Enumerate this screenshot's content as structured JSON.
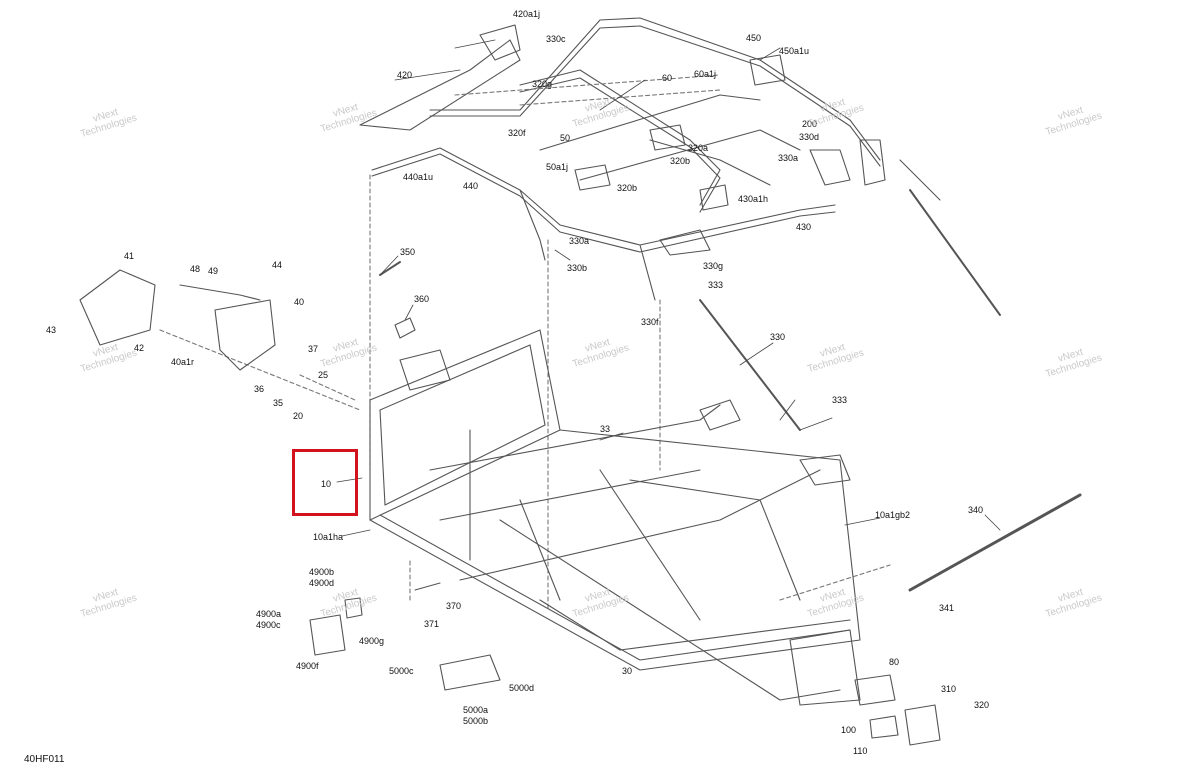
{
  "diagram_code": "40HF011",
  "watermark": {
    "line1": "vNext",
    "line2": "Technologies"
  },
  "highlight": {
    "color": "#d2121d",
    "part": "10"
  },
  "callouts": [
    "420a1j",
    "330c",
    "450",
    "450a1u",
    "420",
    "60",
    "60a1j",
    "320g",
    "200",
    "330d",
    "320f",
    "50",
    "320a",
    "320b",
    "330a",
    "50a1j",
    "440a1u",
    "440",
    "320b",
    "430a1h",
    "430",
    "330a",
    "330b",
    "330g",
    "350",
    "41",
    "48",
    "49",
    "44",
    "333",
    "40",
    "330f",
    "360",
    "43",
    "42",
    "40a1r",
    "37",
    "36",
    "25",
    "35",
    "20",
    "330",
    "333",
    "33",
    "10",
    "10a1gb2",
    "340",
    "10a1ha",
    "4900b",
    "4900d",
    "341",
    "370",
    "4900a",
    "4900c",
    "371",
    "4900g",
    "4900f",
    "5000c",
    "5000d",
    "30",
    "80",
    "310",
    "320",
    "5000a",
    "5000b",
    "100",
    "110"
  ]
}
